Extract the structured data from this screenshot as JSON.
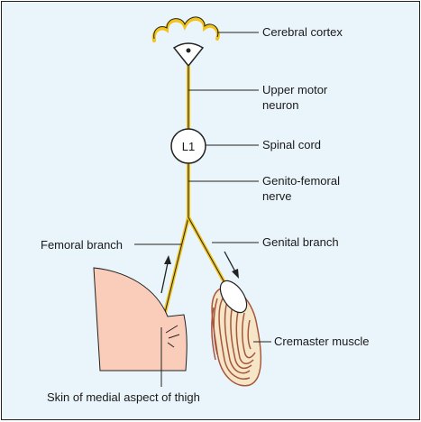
{
  "labels": {
    "cortex": "Cerebral cortex",
    "umn_1": "Upper motor",
    "umn_2": "neuron",
    "spinal_cord": "Spinal cord",
    "gf_1": "Genito-femoral",
    "gf_2": "nerve",
    "femoral": "Femoral branch",
    "genital": "Genital branch",
    "cremaster": "Cremaster muscle",
    "skin": "Skin of medial aspect of thigh",
    "l1": "L1"
  },
  "colors": {
    "background": "#eaf4fb",
    "nerve": "#f2c418",
    "skin": "#f9cdb9",
    "muscle": "#a8553c",
    "muscle_fill": "#f6e6c8"
  },
  "icons": {
    "arrows": "arrow-up and arrow-down indicating impulse direction",
    "brain": "cortex-outline"
  }
}
